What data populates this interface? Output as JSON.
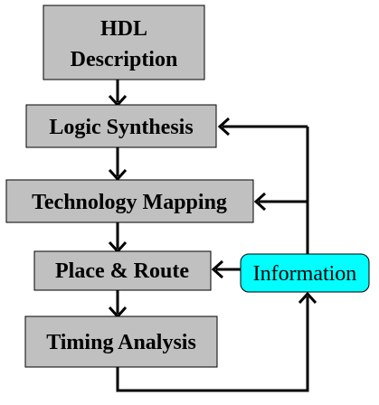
{
  "diagram": {
    "title_line1": "HDL",
    "title_line2": "Description",
    "step_logic_synthesis": "Logic Synthesis",
    "step_technology_mapping": "Technology Mapping",
    "step_place_route": "Place & Route",
    "step_timing_analysis": "Timing Analysis",
    "feedback": "Information"
  },
  "colors": {
    "step_fill": "#c0c0c0",
    "info_fill": "#00ffff",
    "line": "#000000"
  }
}
